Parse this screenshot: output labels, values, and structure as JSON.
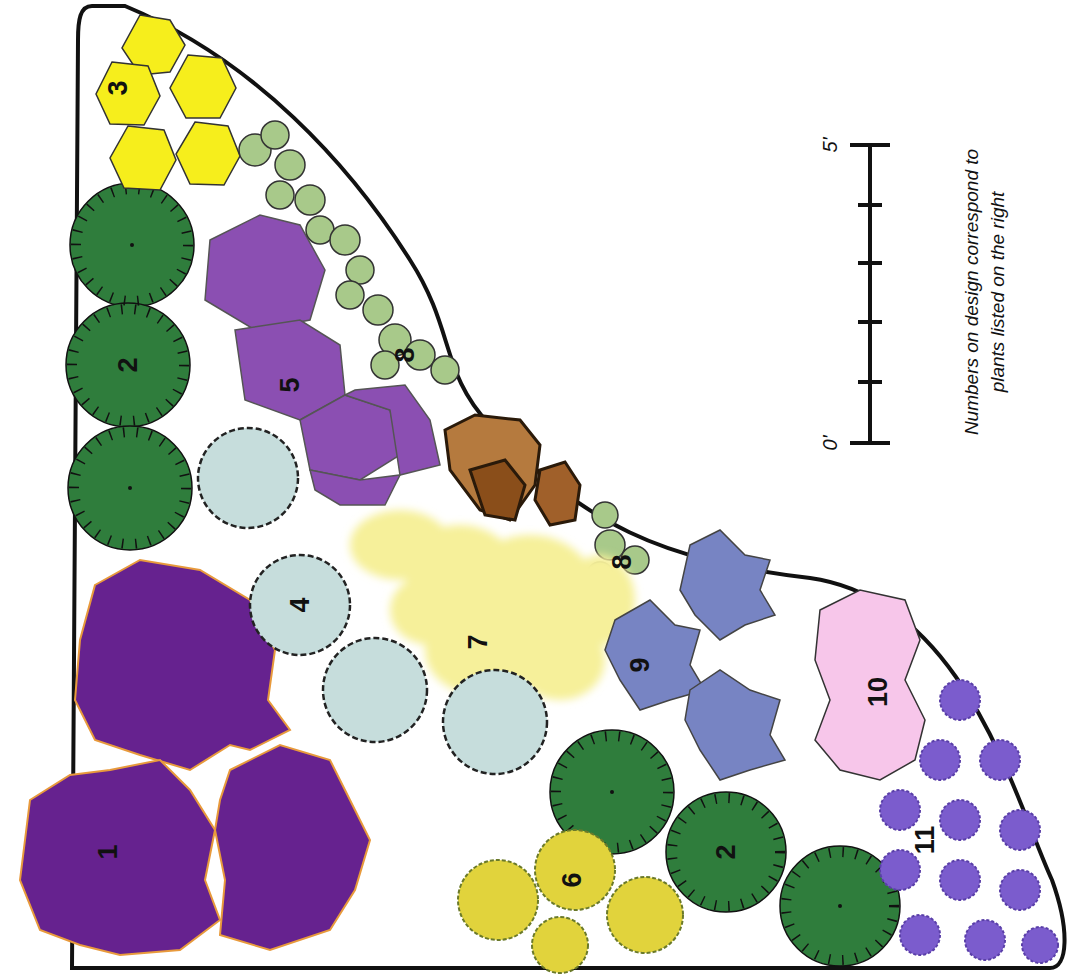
{
  "diagram": {
    "labels": [
      "1",
      "2",
      "2",
      "3",
      "4",
      "5",
      "6",
      "7",
      "8",
      "8",
      "9",
      "10",
      "11",
      "0'",
      "5'",
      "Numbers on design correspond to plants listed on the right"
    ]
  }
}
